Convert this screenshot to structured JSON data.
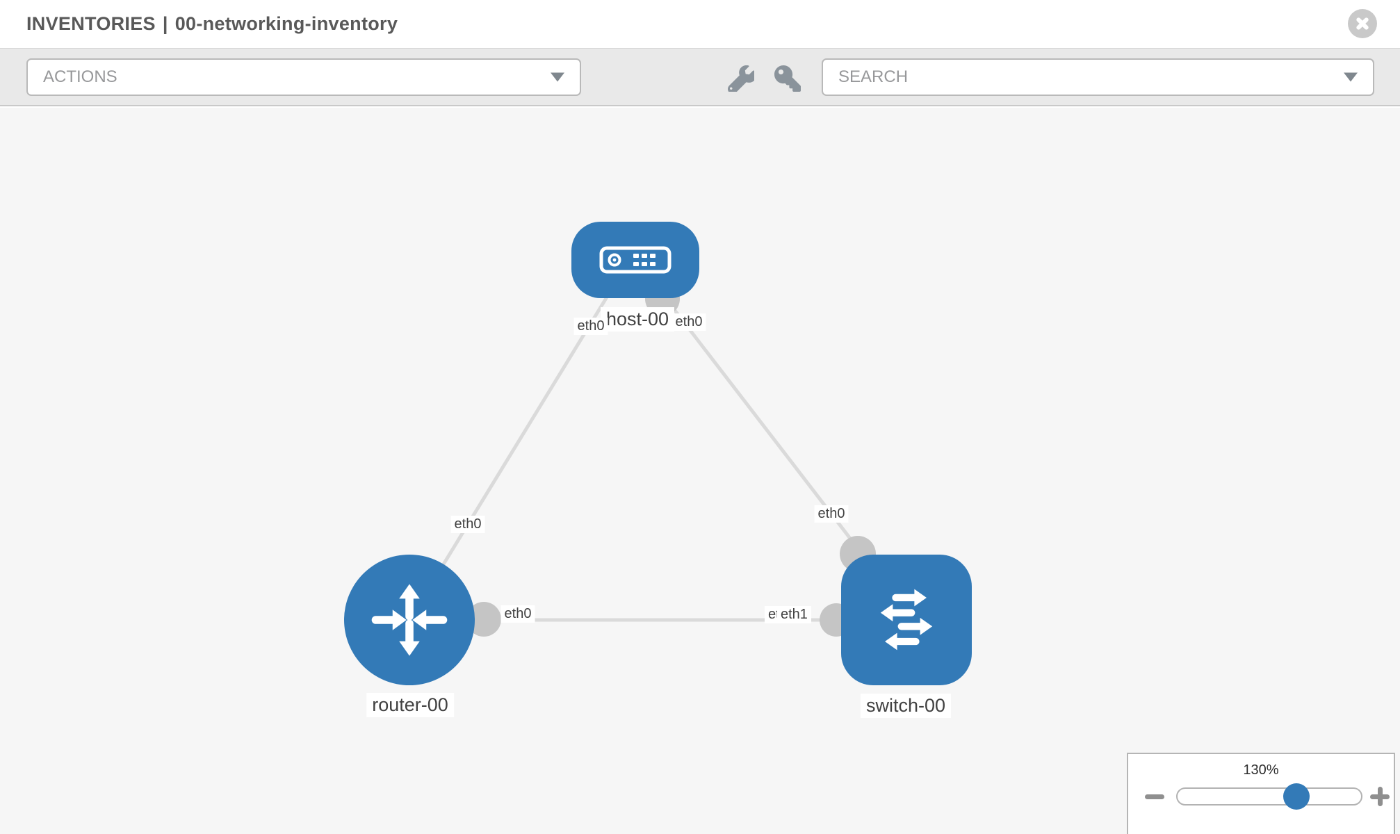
{
  "header": {
    "section": "INVENTORIES",
    "separator": "|",
    "inventory_name": "00-networking-inventory"
  },
  "toolbar": {
    "actions_label": "ACTIONS",
    "search_placeholder": "SEARCH",
    "icons": {
      "wrench": "wrench-icon",
      "key": "key-icon"
    }
  },
  "colors": {
    "node_blue": "#337ab7",
    "link_gray": "#dadada",
    "interface_dot_gray": "#c5c5c5",
    "canvas_bg": "#f6f6f6",
    "toolbar_bg": "#e9e9e9"
  },
  "topology": {
    "nodes": [
      {
        "id": "host-00",
        "type": "host",
        "label": "host-00"
      },
      {
        "id": "router-00",
        "type": "router",
        "label": "router-00"
      },
      {
        "id": "switch-00",
        "type": "switch",
        "label": "switch-00"
      }
    ],
    "links": [
      {
        "source": "host-00",
        "target": "router-00",
        "source_label": "eth0",
        "target_label": "eth0"
      },
      {
        "source": "host-00",
        "target": "switch-00",
        "source_label": "eth0",
        "target_label": "eth0"
      },
      {
        "source": "router-00",
        "target": "switch-00",
        "source_label": "eth0",
        "target_label": "eth1",
        "overlapped_label": "eth0"
      }
    ]
  },
  "zoom_control": {
    "level": "130%",
    "value_percent": 130
  }
}
